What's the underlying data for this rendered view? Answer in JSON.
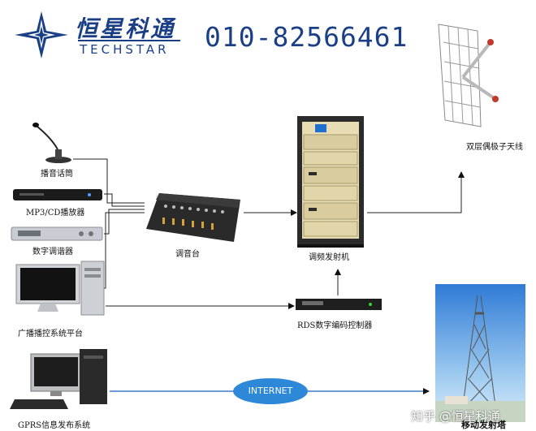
{
  "header": {
    "brand_cn": "恒星科通",
    "brand_en": "TECHSTAR",
    "phone": "010-82566461"
  },
  "nodes": {
    "microphone": "播音话筒",
    "mp3_player": "MP3/CD播放器",
    "tuner": "数字调谐器",
    "control_platform": "广播播控系统平台",
    "gprs": "GPRS信息发布系统",
    "mixer": "调音台",
    "transmitter": "调频发射机",
    "rds": "RDS数字编码控制器",
    "antenna": "双层偶极子天线",
    "internet": "INTERNET",
    "tower": "移动发射塔"
  },
  "watermark": "知乎 @恒星科通"
}
